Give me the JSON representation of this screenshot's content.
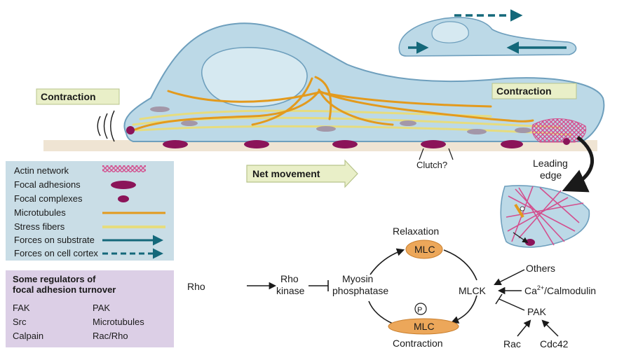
{
  "labels": {
    "contraction_left": "Contraction",
    "contraction_right": "Contraction",
    "net_movement": "Net movement",
    "clutch": "Clutch?",
    "leading_edge_1": "Leading",
    "leading_edge_2": "edge"
  },
  "legend": {
    "items": [
      {
        "label": "Actin network",
        "icon": "actin-network-icon"
      },
      {
        "label": "Focal adhesions",
        "icon": "focal-adhesion-icon"
      },
      {
        "label": "Focal complexes",
        "icon": "focal-complex-icon"
      },
      {
        "label": "Microtubules",
        "icon": "microtubule-line-icon"
      },
      {
        "label": "Stress fibers",
        "icon": "stress-fiber-line-icon"
      },
      {
        "label": "Forces on substrate",
        "icon": "solid-arrow-icon"
      },
      {
        "label": "Forces on cell cortex",
        "icon": "dashed-arrow-icon"
      }
    ]
  },
  "regulators": {
    "title_line1": "Some regulators of",
    "title_line2": "focal adhesion turnover",
    "left": [
      "FAK",
      "Src",
      "Calpain"
    ],
    "right": [
      "PAK",
      "Microtubules",
      "Rac/Rho"
    ]
  },
  "pathway": {
    "rho": "Rho",
    "rho_kinase_1": "Rho",
    "rho_kinase_2": "kinase",
    "myosin_1": "Myosin",
    "myosin_2": "phosphatase",
    "relaxation": "Relaxation",
    "mlc_top": "MLC",
    "mlc_bottom": "MLC",
    "phospho": "P",
    "contraction": "Contraction",
    "mlck": "MLCK",
    "others": "Others",
    "ca_prefix": "Ca",
    "ca_sup": "2+",
    "ca_suffix": "/Calmodulin",
    "pak": "PAK",
    "rac": "Rac",
    "cdc42": "Cdc42"
  },
  "colors": {
    "cell_fill": "#bcd9e7",
    "cell_stroke": "#6e9fbd",
    "substrate": "#efe4d3",
    "microtubule": "#e39a1d",
    "stress_fiber": "#e6dc7e",
    "focal_adhesion": "#8b1459",
    "focal_complex_gray": "#a397a8",
    "actin": "#d34f8e",
    "force_arrow": "#14687a",
    "label_box": "#e9efc8",
    "mlc_fill": "#eca75a",
    "legend_bg": "#c9dde6",
    "regulator_bg": "#dccfe6"
  }
}
